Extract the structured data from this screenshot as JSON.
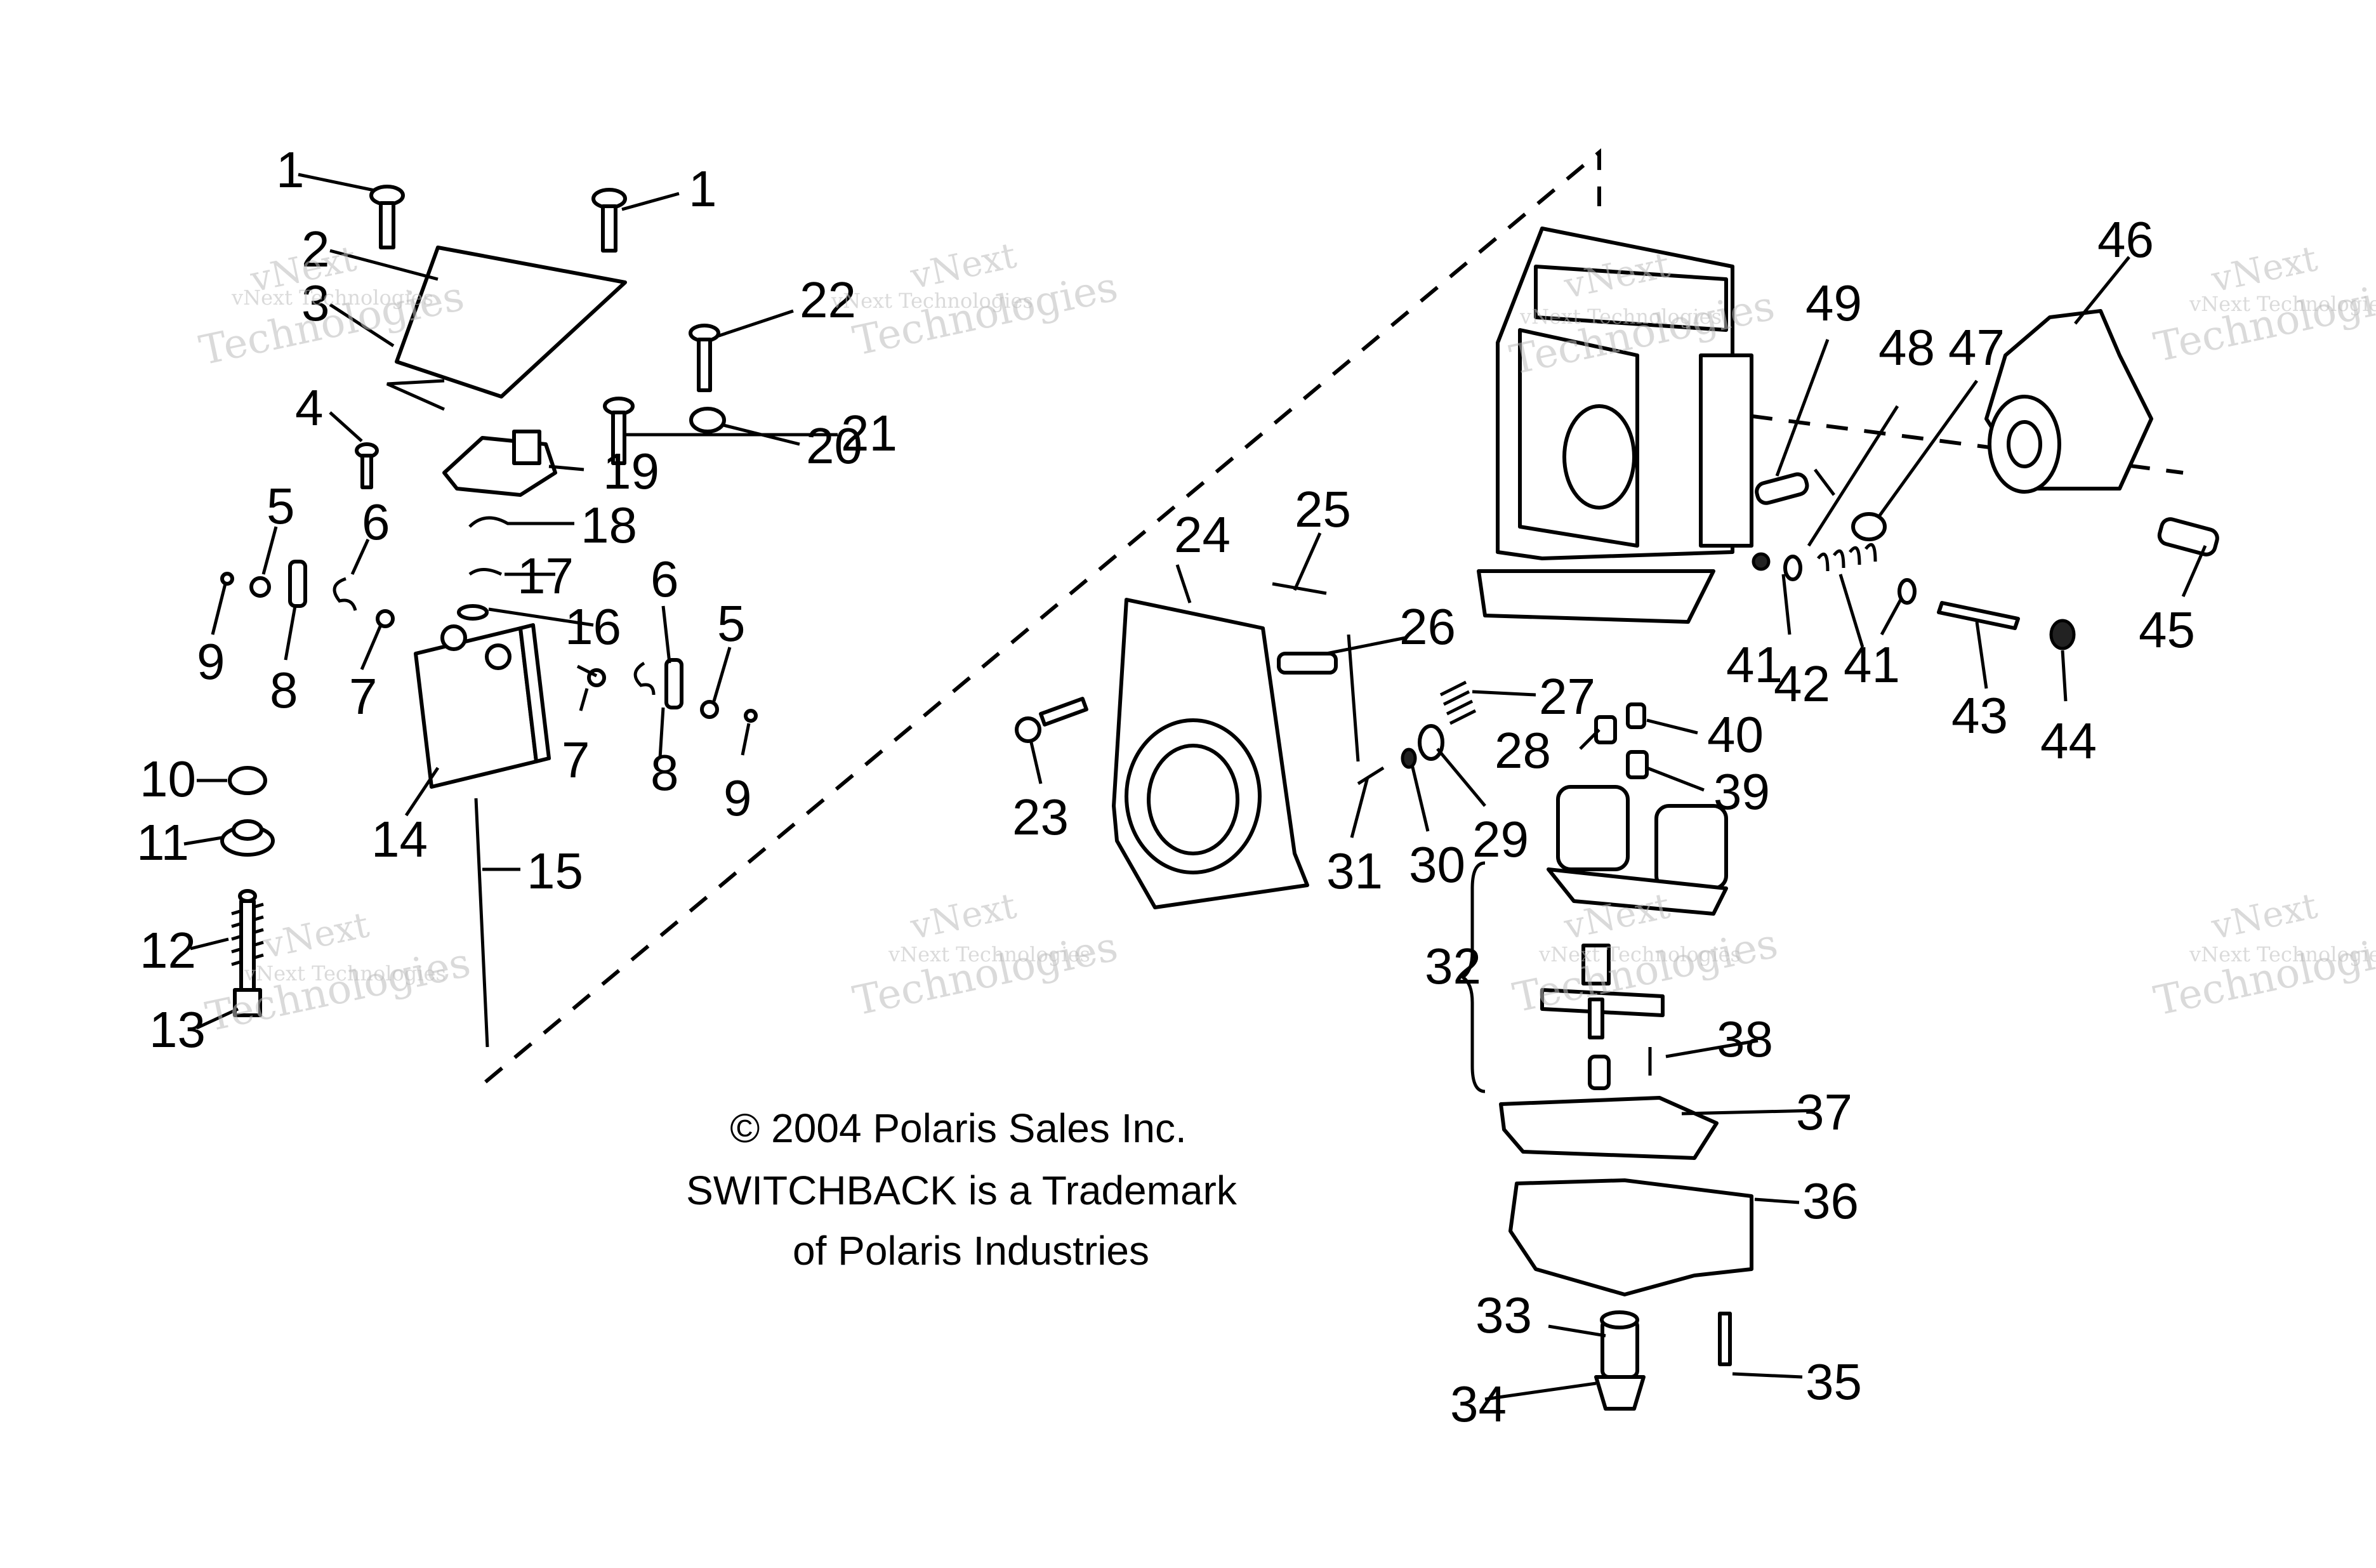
{
  "copyright": {
    "line1": "© 2004 Polaris Sales Inc.",
    "line2": "SWITCHBACK is a Trademark",
    "line3": "of Polaris Industries"
  },
  "watermark": {
    "small": "vNext Technologies",
    "large": "Technologies",
    "brand": "vNext"
  },
  "callouts": [
    "1",
    "1",
    "2",
    "3",
    "4",
    "5",
    "6",
    "7",
    "8",
    "9",
    "5",
    "6",
    "7",
    "8",
    "9",
    "10",
    "11",
    "12",
    "13",
    "14",
    "15",
    "16",
    "17",
    "18",
    "19",
    "20",
    "21",
    "22",
    "23",
    "24",
    "25",
    "26",
    "27",
    "28",
    "29",
    "30",
    "31",
    "32",
    "33",
    "34",
    "35",
    "36",
    "37",
    "38",
    "39",
    "40",
    "41",
    "41",
    "42",
    "43",
    "44",
    "45",
    "46",
    "47",
    "48",
    "49"
  ]
}
